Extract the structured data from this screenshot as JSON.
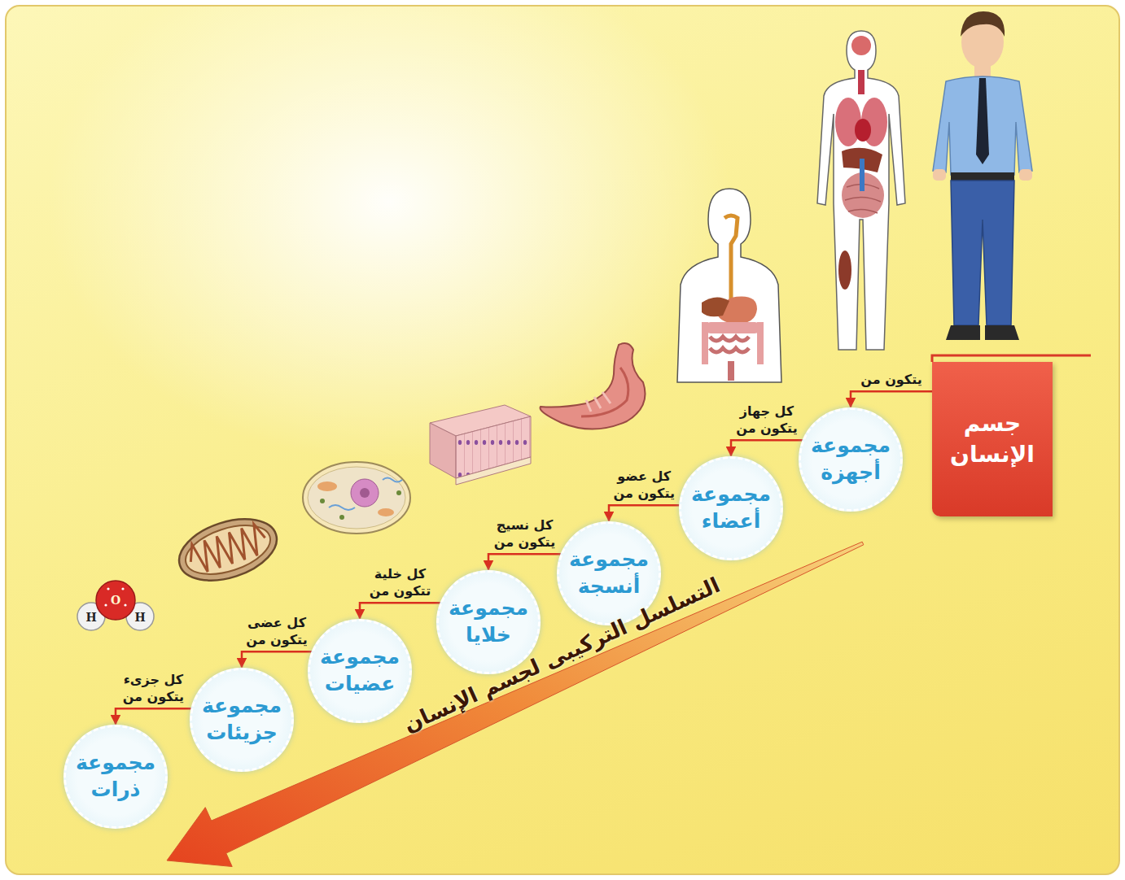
{
  "diagram": {
    "title": "التسلسل التركيبى لجسم الإنسان",
    "nodes": [
      {
        "text": [
          "جسم الإنسان"
        ]
      },
      {
        "text": [
          "مجموعة أجهزة"
        ]
      },
      {
        "text": [
          "مجموعة أعضاء"
        ]
      },
      {
        "text": [
          "مجموعة أنسجة"
        ]
      },
      {
        "text": [
          "مجموعة خلايا"
        ]
      },
      {
        "text": [
          "مجموعة عضيات"
        ]
      },
      {
        "text": [
          "مجموعة جزيئات"
        ]
      },
      {
        "text": [
          "مجموعة ذرات"
        ]
      }
    ],
    "edges": [
      {
        "from": 0,
        "to": 1,
        "arrow": "to",
        "label": "يتكون من"
      },
      {
        "from": 1,
        "to": 2,
        "arrow": "to",
        "label": "كل جهاز يتكون من"
      },
      {
        "from": 2,
        "to": 3,
        "arrow": "to",
        "label": "كل عضو يتكون من"
      },
      {
        "from": 3,
        "to": 4,
        "arrow": "to",
        "label": "كل نسيج يتكون من"
      },
      {
        "from": 4,
        "to": 5,
        "arrow": "to",
        "label": "كل خلية تتكون من"
      },
      {
        "from": 5,
        "to": 6,
        "arrow": "to",
        "label": "كل عضى يتكون من"
      },
      {
        "from": 6,
        "to": 7,
        "arrow": "to",
        "label": "كل جزىء يتكون من"
      }
    ],
    "labels": [
      "H",
      "O",
      "H"
    ]
  }
}
